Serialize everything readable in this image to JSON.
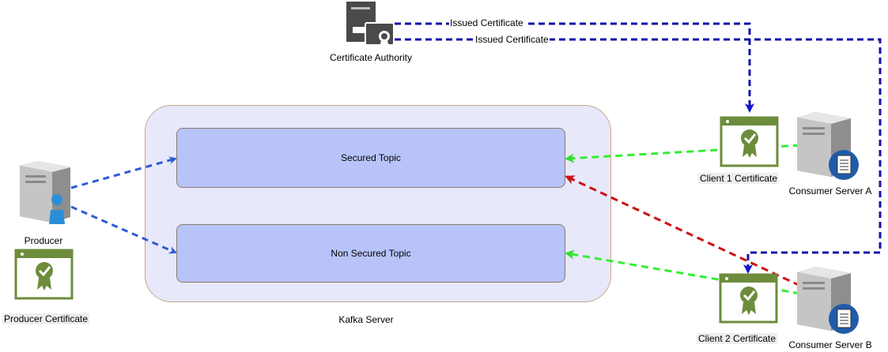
{
  "nodes": {
    "certificate_authority": "Certificate Authority",
    "producer": "Producer",
    "producer_certificate": "Producer Certificate",
    "kafka_server": "Kafka Server",
    "secured_topic": "Secured Topic",
    "non_secured_topic": "Non Secured Topic",
    "client1_certificate": "Client 1 Certificate",
    "client2_certificate": "Client 2 Certificate",
    "consumer_a": "Consumer Server A",
    "consumer_b": "Consumer Server B"
  },
  "edges": {
    "issued_cert_1": "Issued Certificate",
    "issued_cert_2": "Issued Certificate"
  },
  "colors": {
    "issued": "#00008b",
    "producer_flow": "#2c5bd4",
    "consumer_flow": "#33dd33",
    "unauthorized": "#cc1111",
    "certificate_green": "#6d8c3c",
    "topic_fill": "#b8c4f9",
    "kafka_fill": "#e8e8fb"
  }
}
